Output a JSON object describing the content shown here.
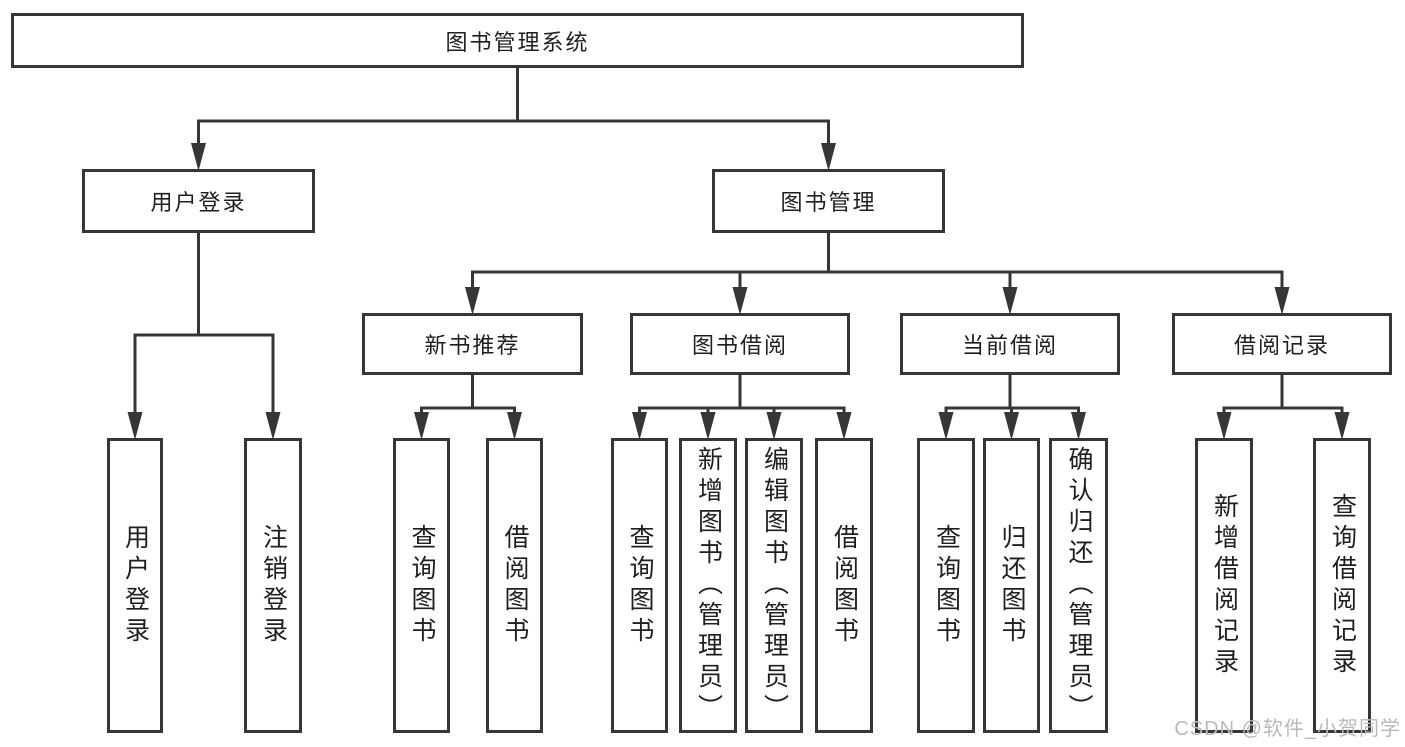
{
  "colors": {
    "line": "#363636",
    "box_border": "#363636",
    "text": "#1f1f1f",
    "background": "#ffffff",
    "watermark": "#b9b9b9"
  },
  "watermark": {
    "text": "CSDN @软件_小贺同学"
  },
  "nodes": [
    {
      "id": "root",
      "label": "图书管理系统",
      "orientation": "horizontal"
    },
    {
      "id": "user-login",
      "label": "用户登录",
      "orientation": "horizontal"
    },
    {
      "id": "book-mgmt",
      "label": "图书管理",
      "orientation": "horizontal"
    },
    {
      "id": "new-book-rec",
      "label": "新书推荐",
      "orientation": "horizontal"
    },
    {
      "id": "book-borrow",
      "label": "图书借阅",
      "orientation": "horizontal"
    },
    {
      "id": "current-borrow",
      "label": "当前借阅",
      "orientation": "horizontal"
    },
    {
      "id": "borrow-records",
      "label": "借阅记录",
      "orientation": "horizontal"
    },
    {
      "id": "login",
      "label": "用户登录",
      "orientation": "vertical"
    },
    {
      "id": "logout",
      "label": "注销登录",
      "orientation": "vertical"
    },
    {
      "id": "query-books-new",
      "label": "查询图书",
      "orientation": "vertical"
    },
    {
      "id": "borrow-books-new",
      "label": "借阅图书",
      "orientation": "vertical"
    },
    {
      "id": "query-books-borrow",
      "label": "查询图书",
      "orientation": "vertical"
    },
    {
      "id": "add-book-admin",
      "label": "新增图书（管理员）",
      "orientation": "vertical"
    },
    {
      "id": "edit-book-admin",
      "label": "编辑图书（管理员）",
      "orientation": "vertical"
    },
    {
      "id": "borrow-books-borrow",
      "label": "借阅图书",
      "orientation": "vertical"
    },
    {
      "id": "query-books-current",
      "label": "查询图书",
      "orientation": "vertical"
    },
    {
      "id": "return-book",
      "label": "归还图书",
      "orientation": "vertical"
    },
    {
      "id": "confirm-return-admin",
      "label": "确认归还（管理员）",
      "orientation": "vertical"
    },
    {
      "id": "add-borrow-record",
      "label": "新增借阅记录",
      "orientation": "vertical"
    },
    {
      "id": "query-borrow-record",
      "label": "查询借阅记录",
      "orientation": "vertical"
    }
  ],
  "edges": [
    {
      "from": "root",
      "to": [
        "user-login",
        "book-mgmt"
      ]
    },
    {
      "from": "user-login",
      "to": [
        "login",
        "logout"
      ]
    },
    {
      "from": "book-mgmt",
      "to": [
        "new-book-rec",
        "book-borrow",
        "current-borrow",
        "borrow-records"
      ]
    },
    {
      "from": "new-book-rec",
      "to": [
        "query-books-new",
        "borrow-books-new"
      ]
    },
    {
      "from": "book-borrow",
      "to": [
        "query-books-borrow",
        "add-book-admin",
        "edit-book-admin",
        "borrow-books-borrow"
      ]
    },
    {
      "from": "current-borrow",
      "to": [
        "query-books-current",
        "return-book",
        "confirm-return-admin"
      ]
    },
    {
      "from": "borrow-records",
      "to": [
        "add-borrow-record",
        "query-borrow-record"
      ]
    }
  ]
}
